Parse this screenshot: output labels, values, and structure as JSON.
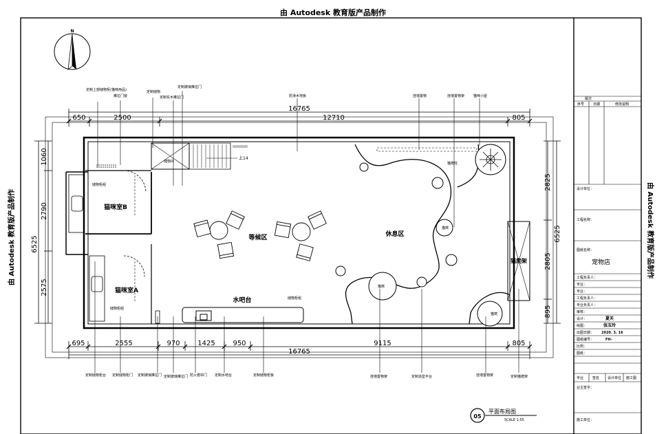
{
  "watermark": {
    "top": "由 Autodesk 教育版产品制作",
    "left": "由 Autodesk 教育版产品制作",
    "right": "由 Autodesk 教育版产品制作"
  },
  "compass": {
    "north": "N"
  },
  "dimensions": {
    "top_segments": [
      "650",
      "2500",
      "12710",
      "805"
    ],
    "top_total": "16765",
    "bottom_segments": [
      "695",
      "2555",
      "970",
      "1425",
      "950",
      "9115",
      "805"
    ],
    "bottom_total": "16765",
    "left_segments": [
      "1060",
      "2790",
      "2575"
    ],
    "left_total": "6525",
    "right_segments": [
      "2825",
      "2805",
      "895"
    ],
    "right_total": "6525"
  },
  "rooms": {
    "cat_room_b": "猫咪室B",
    "cat_room_a": "猫咪室A",
    "waiting_area": "等候区",
    "lounge_area": "休息区",
    "water_bar": "水吧台",
    "cat_climbing_frame": "猫爬架"
  },
  "plan_notes": {
    "stair_up": "上14",
    "storage_room": "储物间",
    "cabinet_b": "储物柜组",
    "cabinet_a": "储物柜组",
    "bar_cabinet": "储物柜组",
    "right_pole": "猫爬柱",
    "bottom_round": "猫窝",
    "lounge_round": "猫窝",
    "right_round": "猫窝",
    "mid_label": "猫爬架"
  },
  "callouts_top": [
    "定制上部储物柜(猫咪用品)",
    "推拉门窗",
    "定制储物",
    "定制实木推拉门",
    "定制玻璃推拉门",
    "防滑木地板",
    "挂墙置物",
    "挂墙置物架",
    "猫咪小屋"
  ],
  "callouts_bottom": [
    "定制储物柜台",
    "定制储物柜门",
    "定制玻璃推拉门",
    "定制玻璃推拉门",
    "防火卷帘门",
    "定制水吧台",
    "定制储物柜板",
    "挂墙置物架",
    "定制造型平台",
    "挂墙置物架",
    "定制猫爬架"
  ],
  "title_block": {
    "header": "版次",
    "col_no": "序号",
    "col_date": "日期",
    "col_desc": "修改说明",
    "design_unit": "设计单位：",
    "project_name": "工程名称：",
    "drawing_name": "图纸名称：",
    "drawing_value": "宠物店",
    "project_lead": "工程负责人：",
    "discipline": "专业：",
    "professional": "专业：",
    "engineering_lead": "工程负责人：",
    "professional_lead": "专业负责人：",
    "review": "审核：",
    "design_label": "设计：",
    "design_value": "夏天",
    "draft_label": "绘图：",
    "draft_value": "张玉玲",
    "date_label": "出图日期：",
    "date_value": "2020. 3. 16",
    "drawing_no_label": "图纸编号：",
    "drawing_no_value": "FH-",
    "scale_label": "比例：",
    "page_label": "图纸：",
    "sign_row": [
      "专业",
      "签名",
      "设计单位",
      "施工图"
    ],
    "owner": "业主签字：",
    "construction": "施工单位："
  },
  "drawing_title": {
    "number": "05",
    "name": "平面布局图",
    "scale": "SCALE 1:55"
  }
}
